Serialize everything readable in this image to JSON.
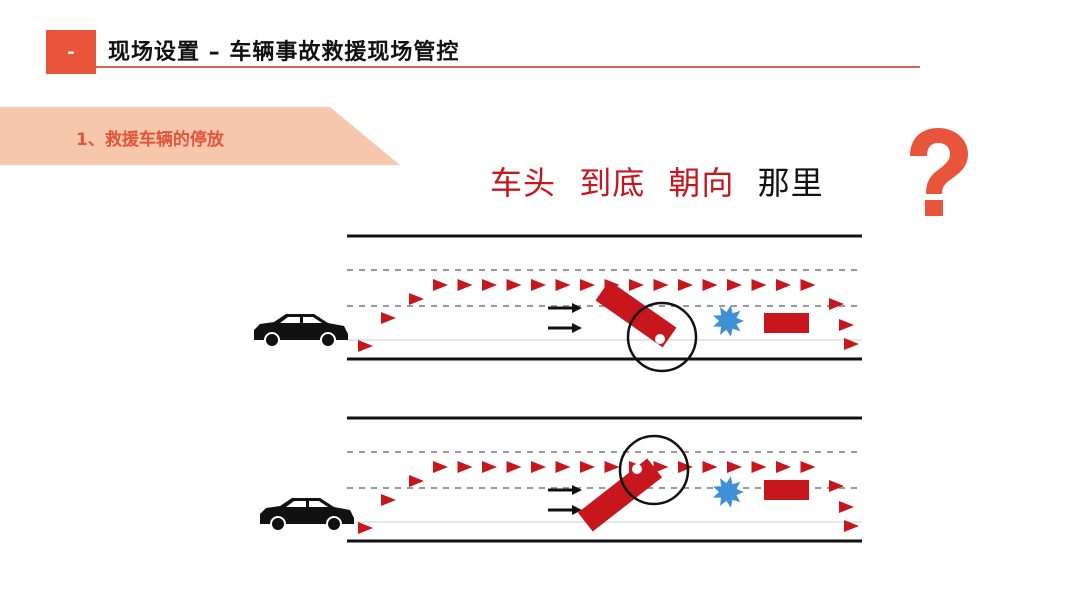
{
  "header": {
    "badge": "-",
    "title": "现场设置 – 车辆事故救援现场管控"
  },
  "section": {
    "label": "1、救援车辆的停放"
  },
  "question": {
    "part1": "车头",
    "part2": "到底",
    "part3": "朝向",
    "part4": "那里"
  },
  "colors": {
    "accent": "#e8553a",
    "red": "#c8161d",
    "crash": "#3f90d6"
  },
  "icons": [
    "question-mark-icon",
    "car-icon",
    "crash-burst-icon",
    "arrow-icon"
  ]
}
